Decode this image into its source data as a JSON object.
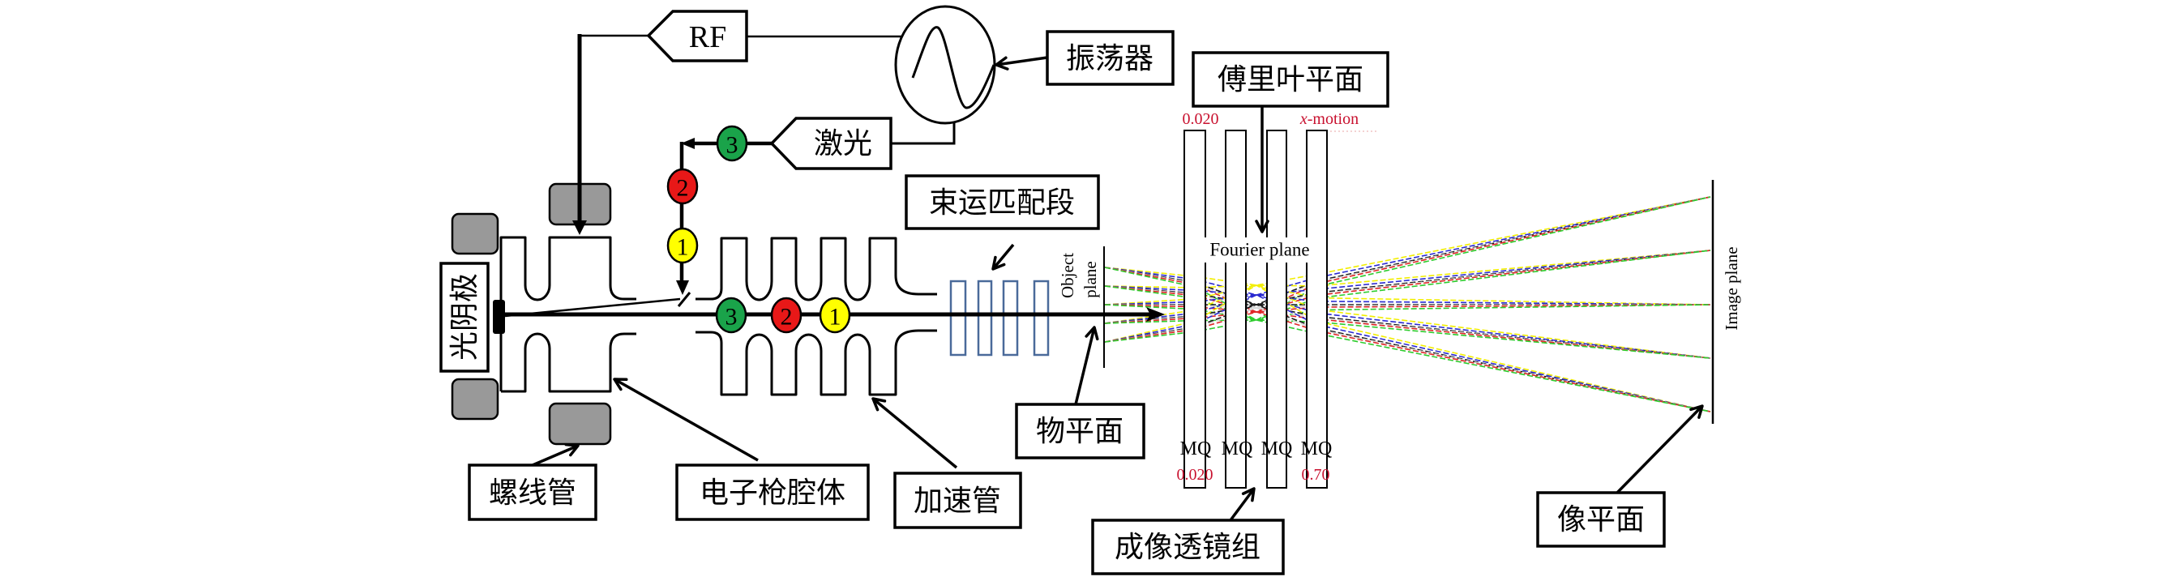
{
  "figure": {
    "control_chain": {
      "rf_label": "RF",
      "oscillator_label": "振荡器",
      "laser_label": "激光"
    },
    "gun": {
      "photocathode_label": "光阴极",
      "solenoid_label": "螺线管",
      "gun_cavity_label": "电子枪腔体"
    },
    "linac": {
      "accelerator_label": "加速管",
      "beam_matching_label": "束运匹配段"
    },
    "bunches": {
      "laser_path": [
        {
          "id": "3",
          "color": "#1aa34a"
        },
        {
          "id": "2",
          "color": "#e81818"
        },
        {
          "id": "1",
          "color": "#ffff00"
        }
      ],
      "beam_path": [
        {
          "id": "3",
          "color": "#1aa34a"
        },
        {
          "id": "2",
          "color": "#e81818"
        },
        {
          "id": "1",
          "color": "#ffff00"
        }
      ]
    },
    "imaging": {
      "object_plane_label": "物平面",
      "object_plane_en": [
        "Object",
        "plane"
      ],
      "fourier_plane_label": "傅里叶平面",
      "fourier_plane_en": "Fourier plane",
      "lens_group_label": "成像透镜组",
      "image_plane_label": "像平面",
      "image_plane_en": "Image plane",
      "lenses": [
        {
          "label": "MQ"
        },
        {
          "label": "MQ"
        },
        {
          "label": "MQ"
        },
        {
          "label": "MQ"
        }
      ],
      "annotations": {
        "top_left": "0.020",
        "top_right_var": "x",
        "top_right_text": "-motion",
        "bottom_left": "0.020",
        "bottom_right": "0.70"
      },
      "annotation_color": "#c8102e",
      "ray_colors": [
        "#f2ee00",
        "#2b2bd0",
        "#1a1a1a",
        "#d8d8d8",
        "#e02828",
        "#2ecc2e"
      ]
    }
  },
  "colors": {
    "solenoid_fill": "#999999",
    "matching_section": "#4a6a9a"
  }
}
